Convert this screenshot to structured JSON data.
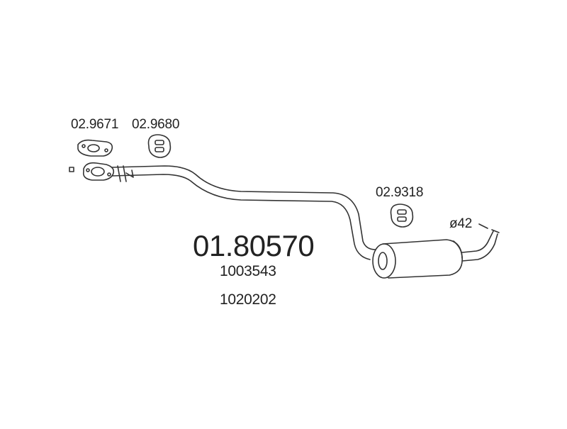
{
  "parts": {
    "gasket": "02.9671",
    "hanger_front": "02.9680",
    "hanger_rear": "02.9318"
  },
  "main_part_number": "01.80570",
  "oem_numbers": [
    "1003543",
    "1020202"
  ],
  "diameter_label": "ø42",
  "colors": {
    "line": "#333333",
    "fill": "#ffffff",
    "text": "#222222"
  }
}
